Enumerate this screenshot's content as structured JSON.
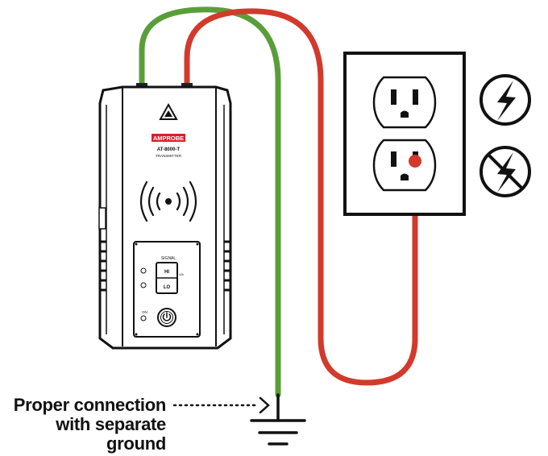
{
  "device": {
    "brand": "AMPROBE",
    "model": "AT-8000-T",
    "type": "TRANSMITTER",
    "signal_label": "SIGNAL",
    "hi_label": "HI",
    "lo_label": "LO",
    "mode_label": "x2k",
    "on_label": "ON"
  },
  "caption": {
    "line1": "Proper connection",
    "line2": "with separate",
    "line3": "ground"
  },
  "colors": {
    "green_lead": "#5a9e3a",
    "red_lead": "#d23a2c",
    "brand_red": "#d8202a",
    "outline": "#111111"
  },
  "icons": [
    "warning-triangle-icon",
    "signal-waves-icon",
    "power-icon",
    "live-voltage-icon",
    "no-live-voltage-icon",
    "ground-symbol-icon"
  ]
}
